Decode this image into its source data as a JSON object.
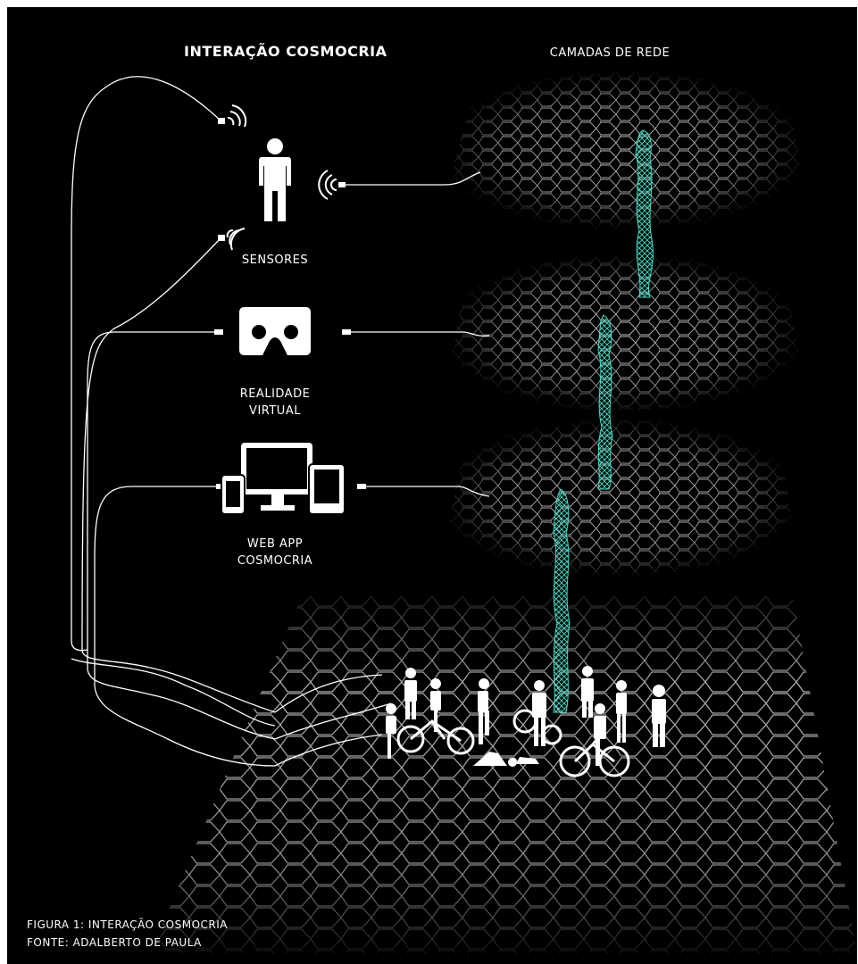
{
  "headings": {
    "left": "INTERAÇÃO COSMOCRIA",
    "right": "CAMADAS DE REDE"
  },
  "devices": {
    "sensors": "SENSORES",
    "vr_line1": "REALIDADE",
    "vr_line2": "VIRTUAL",
    "web_line1": "WEB APP",
    "web_line2": "COSMOCRIA"
  },
  "caption": {
    "figure": "FIGURA 1: INTERAÇÃO COSMOCRIA",
    "source": "FONTE: ADALBERTO DE PAULA"
  },
  "colors": {
    "background": "#000000",
    "mesh": "#ffffff",
    "column": "#3ee0c8"
  },
  "icons": [
    "person-icon",
    "sensor-wave-icon",
    "vr-headset-icon",
    "devices-icon",
    "crowd-pictogram",
    "network-mesh"
  ]
}
